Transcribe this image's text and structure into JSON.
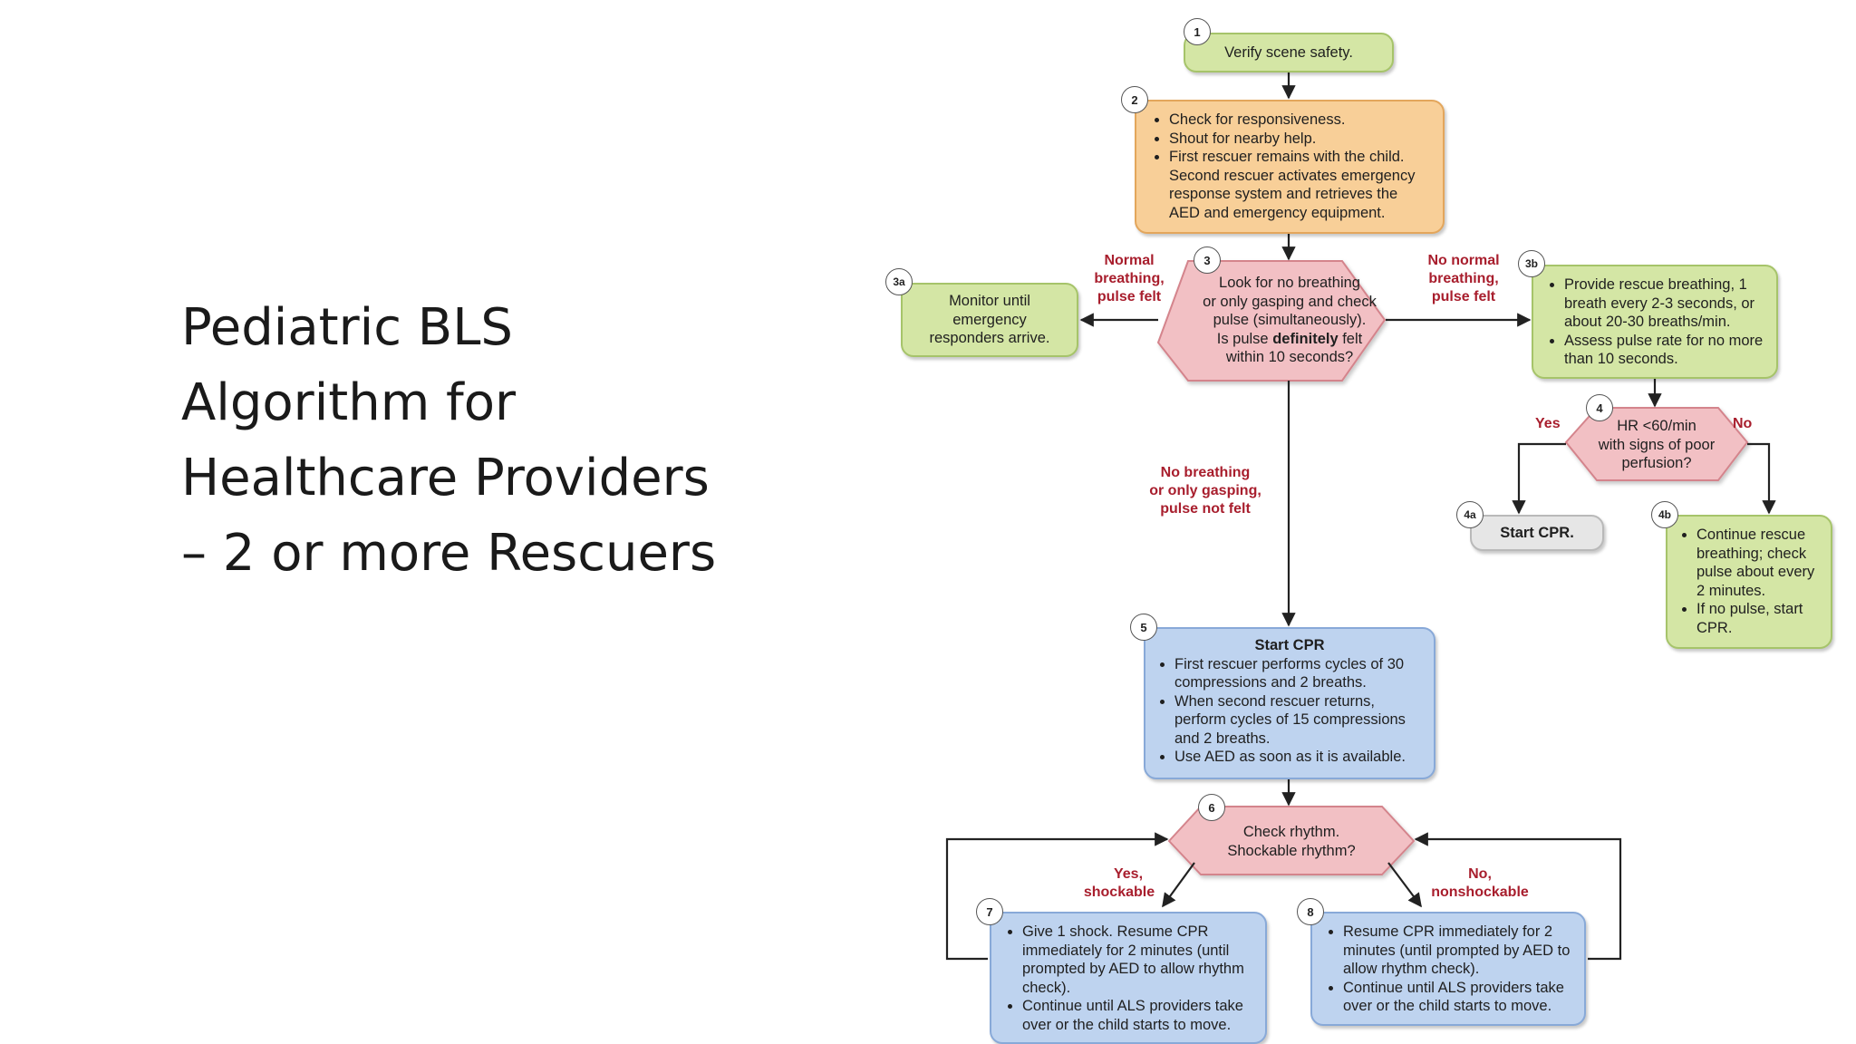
{
  "slide": {
    "title_lines": [
      "Pediatric BLS",
      "Algorithm for",
      "Healthcare Providers",
      "– 2 or more Rescuers"
    ]
  },
  "colors": {
    "green": "#d4e6a5",
    "orange": "#f8cf98",
    "pink": "#f2c0c4",
    "blue": "#bed3ef",
    "gray": "#e6e6e6",
    "label_red": "#a81e2d"
  },
  "steps": {
    "s1": {
      "badge": "1",
      "text": "Verify scene safety."
    },
    "s2": {
      "badge": "2",
      "bullets": [
        "Check for responsiveness.",
        "Shout for nearby help.",
        "First rescuer remains with the child. Second rescuer activates emergency response system and retrieves the AED and emergency equipment."
      ]
    },
    "s3": {
      "badge": "3",
      "lines": [
        "Look for no breathing",
        "or only gasping and check",
        "pulse (simultaneously)."
      ],
      "line4_pre": "Is pulse ",
      "line4_bold": "definitely",
      "line4_post": " felt",
      "line5": "within 10 seconds?"
    },
    "s3a": {
      "badge": "3a",
      "lines": [
        "Monitor until",
        "emergency",
        "responders arrive."
      ]
    },
    "s3b": {
      "badge": "3b",
      "bullets": [
        "Provide rescue breathing, 1 breath every 2-3 seconds, or about 20-30 breaths/min.",
        "Assess pulse rate for no more than 10 seconds."
      ]
    },
    "s4": {
      "badge": "4",
      "lines": [
        "HR <60/min",
        "with signs of poor",
        "perfusion?"
      ]
    },
    "s4a": {
      "badge": "4a",
      "text": "Start CPR."
    },
    "s4b": {
      "badge": "4b",
      "bullets": [
        "Continue rescue breathing; check pulse about every 2 minutes.",
        "If no pulse, start CPR."
      ]
    },
    "s5": {
      "badge": "5",
      "title": "Start CPR",
      "bullets": [
        "First rescuer performs cycles of 30 compressions and 2 breaths.",
        "When second rescuer returns, perform cycles of 15 compressions and 2 breaths.",
        "Use AED as soon as it is available."
      ]
    },
    "s6": {
      "badge": "6",
      "lines": [
        "Check rhythm.",
        "Shockable rhythm?"
      ]
    },
    "s7": {
      "badge": "7",
      "bullets": [
        "Give 1 shock. Resume CPR immediately for 2 minutes (until prompted by AED to allow rhythm check).",
        "Continue until ALS providers take over or the child starts to move."
      ]
    },
    "s8": {
      "badge": "8",
      "bullets": [
        "Resume CPR immediately for 2 minutes (until prompted by AED to allow rhythm check).",
        "Continue until ALS providers take over or the child starts to move."
      ]
    }
  },
  "edge_labels": {
    "normal_breathing": [
      "Normal",
      "breathing,",
      "pulse felt"
    ],
    "no_normal_breathing": [
      "No normal",
      "breathing,",
      "pulse felt"
    ],
    "no_breathing": [
      "No breathing",
      "or only gasping,",
      "pulse not felt"
    ],
    "yes": "Yes",
    "no": "No",
    "yes_shockable": [
      "Yes,",
      "shockable"
    ],
    "no_nonshockable": [
      "No,",
      "nonshockable"
    ]
  }
}
